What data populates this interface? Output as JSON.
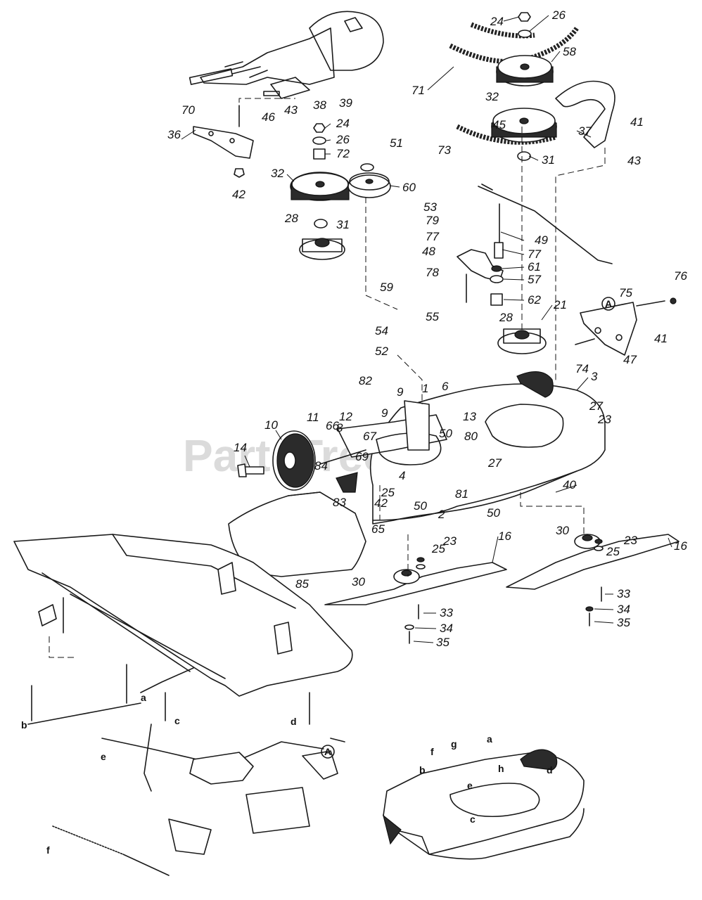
{
  "watermark": "PartsTree",
  "callouts": [
    "24",
    "26",
    "58",
    "71",
    "70",
    "46",
    "43",
    "38",
    "39",
    "36",
    "42",
    "24",
    "26",
    "72",
    "51",
    "32",
    "60",
    "28",
    "31",
    "32",
    "45",
    "31",
    "37",
    "41",
    "43",
    "73",
    "53",
    "79",
    "77",
    "49",
    "77",
    "48",
    "61",
    "57",
    "78",
    "62",
    "76",
    "75",
    "41",
    "47",
    "21",
    "28",
    "74",
    "59",
    "55",
    "54",
    "52",
    "82",
    "1",
    "6",
    "12",
    "9",
    "9",
    "13",
    "8",
    "11",
    "66",
    "67",
    "50",
    "80",
    "10",
    "14",
    "84",
    "69",
    "4",
    "25",
    "83",
    "42",
    "65",
    "50",
    "2",
    "81",
    "27",
    "27",
    "23",
    "3",
    "40",
    "50",
    "85",
    "30",
    "23",
    "25",
    "16",
    "30",
    "23",
    "25",
    "16",
    "33",
    "34",
    "35",
    "33",
    "34",
    "35"
  ],
  "letters": {
    "items": [
      "a",
      "b",
      "c",
      "d",
      "e",
      "f",
      "g",
      "h",
      "a",
      "b",
      "c",
      "d",
      "e",
      "f"
    ],
    "marker": "A"
  }
}
